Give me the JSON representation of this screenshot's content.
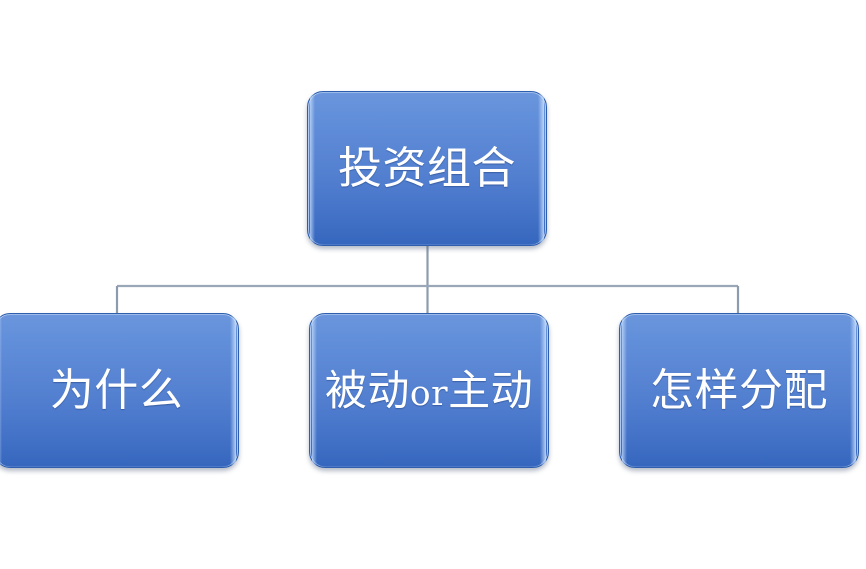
{
  "diagram": {
    "type": "hierarchy",
    "title": "投资组合",
    "background_color": "#ffffff",
    "node_fill_top": "#6b96dd",
    "node_fill_bottom": "#3566bd",
    "node_border_color": "#2e5fae",
    "node_text_color": "#ffffff",
    "connector_color": "#9aa7b8",
    "root": {
      "label": "投资组合"
    },
    "children": [
      {
        "label": "为什么"
      },
      {
        "label": "被动or主动",
        "label_cjk_lead": "被动",
        "label_latin": "or",
        "label_cjk_tail": "主动"
      },
      {
        "label": "怎样分配"
      }
    ]
  }
}
